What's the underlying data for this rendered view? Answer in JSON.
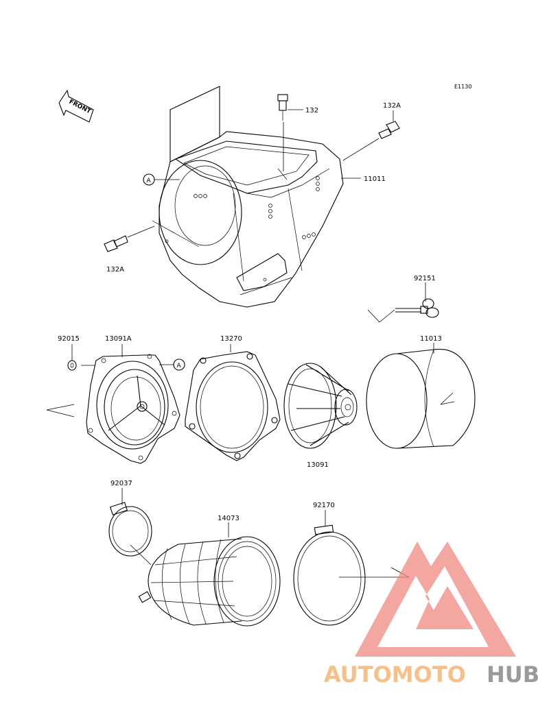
{
  "diagram_code": "E1130",
  "front_label": "FRONT",
  "ref_marker": "A",
  "callouts": {
    "p11011": "11011",
    "p132": "132",
    "p132A_top": "132A",
    "p132A_left": "132A",
    "p92151": "92151",
    "p92015": "92015",
    "p13091A": "13091A",
    "p13270": "13270",
    "p11013": "11013",
    "p13091": "13091",
    "p92037": "92037",
    "p14073": "14073",
    "p92170": "92170"
  },
  "watermark": {
    "part1": "AUTOMOTO",
    "part2": "HUB",
    "colors": {
      "triangle": "#f08a80",
      "part1": "#f6c08a",
      "part2": "#9a9a9a"
    }
  }
}
